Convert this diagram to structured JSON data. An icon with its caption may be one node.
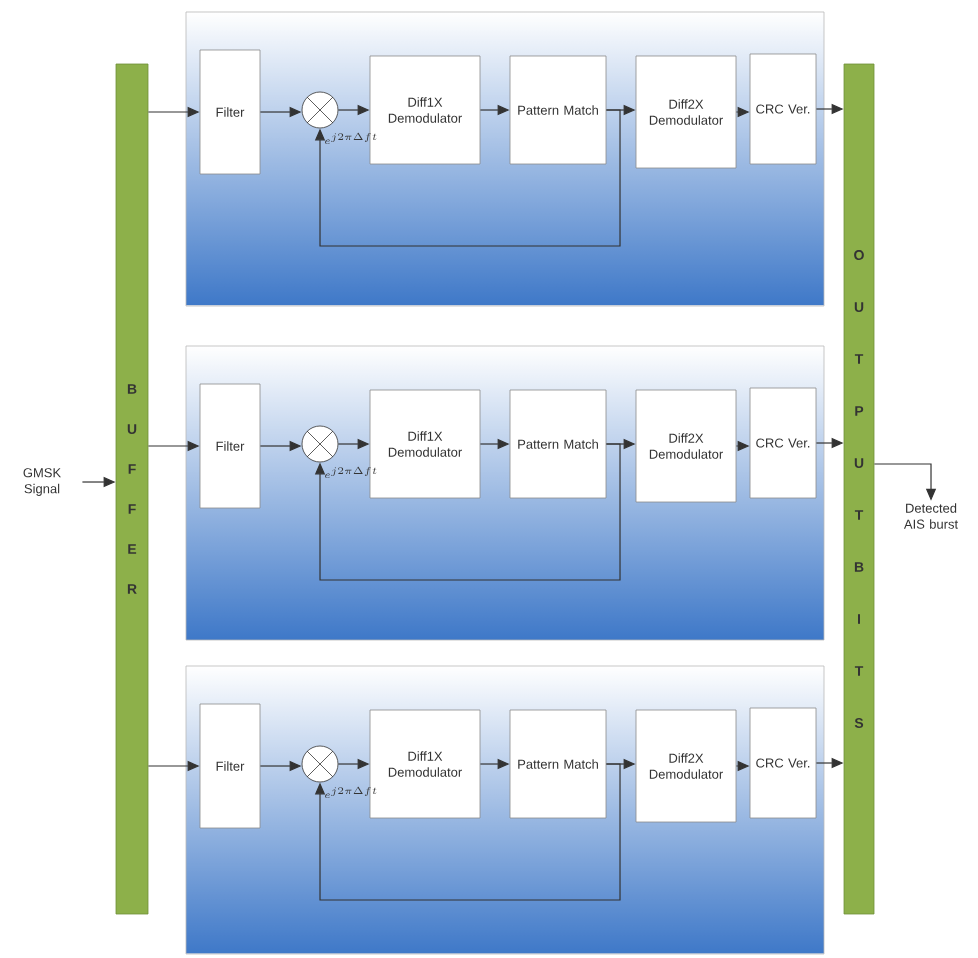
{
  "diagram": {
    "nodes": [
      {
        "text": [
          "GMSK Signal"
        ]
      },
      {
        "text": [
          "B U F F E R"
        ]
      },
      {
        "text": [],
        "shape": "box"
      },
      {
        "text": [
          "Filter"
        ],
        "in": 2
      },
      {
        "text": [],
        "shape": "circle",
        "in": 2,
        "beside": [
          "e^{j2\\pi\\Delta f t}"
        ]
      },
      {
        "text": [
          "Diff1X Demodulator"
        ],
        "in": 2
      },
      {
        "text": [
          "Pattern Match"
        ],
        "in": 2
      },
      {
        "text": [
          "Diff2X Demodulator"
        ],
        "in": 2
      },
      {
        "text": [
          "CRC Ver."
        ],
        "in": 2
      },
      {
        "text": [],
        "shape": "box"
      },
      {
        "text": [
          "Filter"
        ],
        "in": 9
      },
      {
        "text": [],
        "shape": "circle",
        "in": 9,
        "beside": [
          "e^{j2\\pi\\Delta f t}"
        ]
      },
      {
        "text": [
          "Diff1X Demodulator"
        ],
        "in": 9
      },
      {
        "text": [
          "Pattern Match"
        ],
        "in": 9
      },
      {
        "text": [
          "Diff2X Demodulator"
        ],
        "in": 9
      },
      {
        "text": [
          "CRC Ver."
        ],
        "in": 9
      },
      {
        "text": [],
        "shape": "box"
      },
      {
        "text": [
          "Filter"
        ],
        "in": 16
      },
      {
        "text": [],
        "shape": "circle",
        "in": 16,
        "beside": [
          "e^{j2\\pi\\Delta f t}"
        ]
      },
      {
        "text": [
          "Diff1X Demodulator"
        ],
        "in": 16
      },
      {
        "text": [
          "Pattern Match"
        ],
        "in": 16
      },
      {
        "text": [
          "Diff2X Demodulator"
        ],
        "in": 16
      },
      {
        "text": [
          "CRC Ver."
        ],
        "in": 16
      },
      {
        "text": [
          "O U T P U T B I T S"
        ]
      },
      {
        "text": [
          "Detected AIS burst"
        ]
      }
    ],
    "edges": [
      {
        "from": 0,
        "to": 1,
        "arrow": "to"
      },
      {
        "from": 1,
        "to": 3,
        "arrow": "to"
      },
      {
        "from": 1,
        "to": 10,
        "arrow": "to"
      },
      {
        "from": 1,
        "to": 17,
        "arrow": "to"
      },
      {
        "from": 3,
        "to": 4,
        "arrow": "to"
      },
      {
        "from": 4,
        "to": 5,
        "arrow": "to"
      },
      {
        "from": 5,
        "to": 6,
        "arrow": "to"
      },
      {
        "from": 6,
        "to": 7,
        "arrow": "to"
      },
      {
        "from": 6,
        "to": 4,
        "arrow": "to"
      },
      {
        "from": 7,
        "to": 8,
        "arrow": "to"
      },
      {
        "from": 8,
        "to": 23,
        "arrow": "to"
      },
      {
        "from": 10,
        "to": 11,
        "arrow": "to"
      },
      {
        "from": 11,
        "to": 12,
        "arrow": "to"
      },
      {
        "from": 12,
        "to": 13,
        "arrow": "to"
      },
      {
        "from": 13,
        "to": 14,
        "arrow": "to"
      },
      {
        "from": 13,
        "to": 11,
        "arrow": "to"
      },
      {
        "from": 14,
        "to": 15,
        "arrow": "to"
      },
      {
        "from": 15,
        "to": 23,
        "arrow": "to"
      },
      {
        "from": 17,
        "to": 18,
        "arrow": "to"
      },
      {
        "from": 18,
        "to": 19,
        "arrow": "to"
      },
      {
        "from": 19,
        "to": 20,
        "arrow": "to"
      },
      {
        "from": 20,
        "to": 21,
        "arrow": "to"
      },
      {
        "from": 20,
        "to": 18,
        "arrow": "to"
      },
      {
        "from": 21,
        "to": 22,
        "arrow": "to"
      },
      {
        "from": 22,
        "to": 23,
        "arrow": "to"
      },
      {
        "from": 23,
        "to": 24,
        "arrow": "to"
      }
    ]
  }
}
